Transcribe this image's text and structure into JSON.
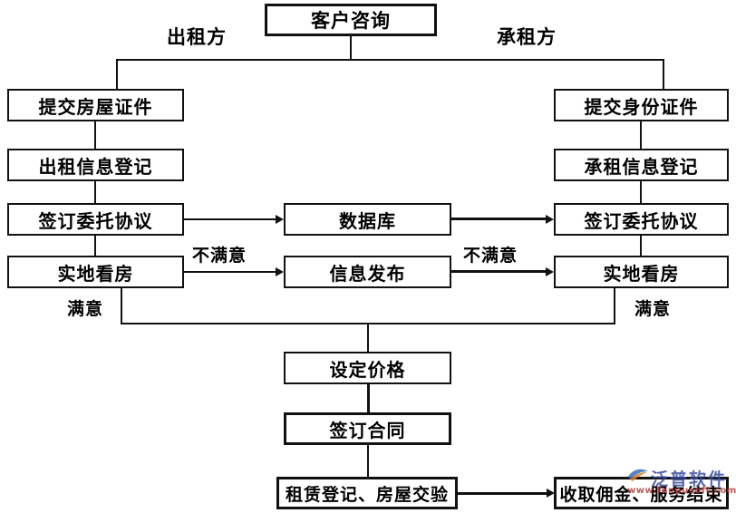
{
  "diagram": {
    "title_box": {
      "label": "客户咨询"
    },
    "branch_labels": {
      "left": "出租方",
      "right": "承租方"
    },
    "left_column": [
      {
        "label": "提交房屋证件"
      },
      {
        "label": "出租信息登记"
      },
      {
        "label": "签订委托协议"
      },
      {
        "label": "实地看房"
      }
    ],
    "center_column": [
      {
        "label": "数据库"
      },
      {
        "label": "信息发布"
      }
    ],
    "right_column": [
      {
        "label": "提交身份证件"
      },
      {
        "label": "承租信息登记"
      },
      {
        "label": "签订委托协议"
      },
      {
        "label": "实地看房"
      }
    ],
    "edge_labels": {
      "left_unsatisfied": "不满意",
      "right_unsatisfied": "不满意",
      "left_satisfied": "满意",
      "right_satisfied": "满意"
    },
    "bottom_column": [
      {
        "label": "设定价格"
      },
      {
        "label": "签订合同"
      },
      {
        "label": "租赁登记、房屋交验"
      }
    ],
    "final_box": {
      "label": "收取佣金、服务结束"
    }
  },
  "watermark": {
    "brand": "泛普软件",
    "url": "www.fanpusoft.com"
  },
  "colors": {
    "stroke": "#111111",
    "background": "#ffffff",
    "watermark_brand": "#3b4ea0",
    "watermark_url": "#b23b3b"
  }
}
